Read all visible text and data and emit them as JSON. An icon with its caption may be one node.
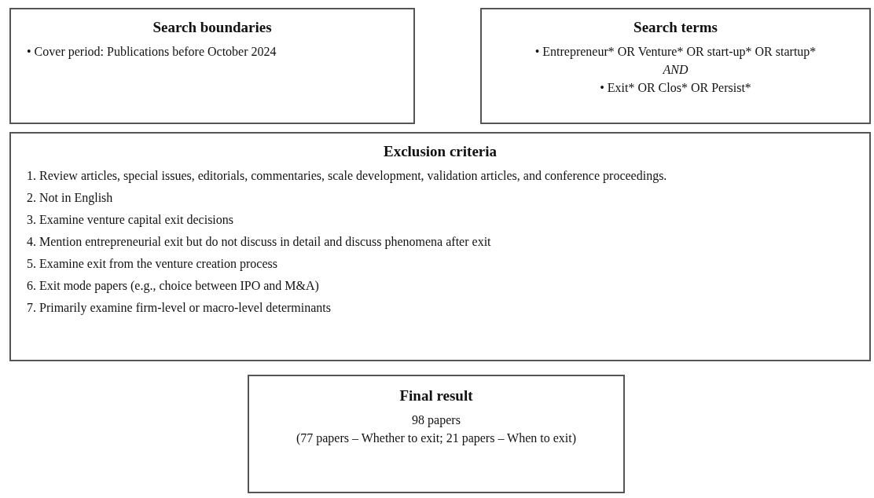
{
  "diagram": {
    "nodes": [
      {
        "text": [
          "Search boundaries",
          "• Cover period: Publications before October 2024"
        ]
      },
      {
        "text": [
          "Search terms",
          "• Entrepreneur* OR Venture* OR start-up* OR startup*",
          "AND",
          "• Exit* OR Clos* OR Persist*"
        ]
      },
      {
        "text": [
          "Exclusion criteria",
          "1. Review articles, special issues, editorials, commentaries, scale development, validation articles, and conference proceedings.",
          "2. Not in English",
          "3. Examine venture capital exit decisions",
          "4. Mention entrepreneurial exit but do not discuss in detail and discuss phenomena after exit",
          "5. Examine exit from the venture creation process",
          "6. Exit mode papers (e.g., choice between IPO and M&A)",
          "7. Primarily examine firm-level or macro-level determinants"
        ]
      },
      {
        "text": [
          "Final result",
          "98 papers",
          "(77 papers – Whether to exit; 21 papers – When to exit)"
        ]
      }
    ]
  }
}
